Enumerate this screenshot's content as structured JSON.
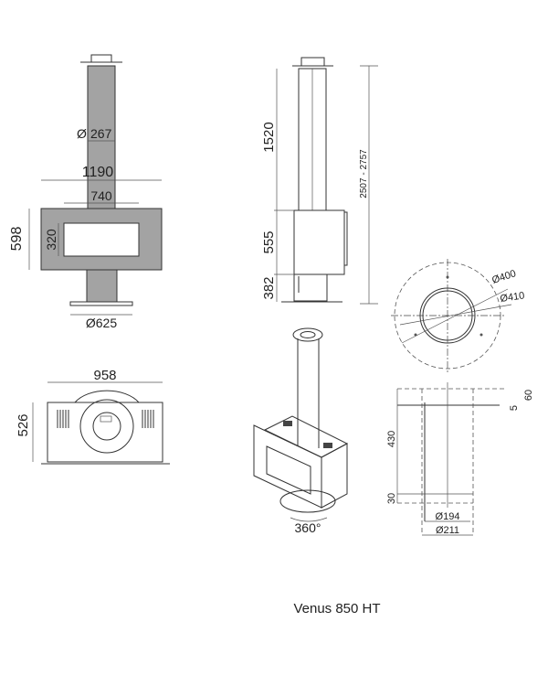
{
  "title": "Venus 850 HT",
  "front_view": {
    "flue_diameter_symbol": "Ø",
    "flue_diameter": "267",
    "overall_width": "1190",
    "window_width": "740",
    "body_height": "598",
    "window_height": "320",
    "base_diameter": "Ø625"
  },
  "side_view": {
    "flue_height": "1520",
    "body_height": "555",
    "pedestal_height": "382",
    "total_height": "2507 - 2757"
  },
  "top_view": {
    "width": "958",
    "depth": "526"
  },
  "plate_view": {
    "diameter_inner": "Ø400",
    "diameter_outer": "Ø410"
  },
  "flue_section": {
    "height": "430",
    "top_offset": "60",
    "plate_thickness": "5",
    "bottom_offset": "30",
    "inner_diameter": "Ø194",
    "outer_diameter": "Ø211"
  },
  "isometric": {
    "rotation": "360°"
  },
  "colors": {
    "body_fill": "#a3a3a3",
    "line": "#333333"
  }
}
